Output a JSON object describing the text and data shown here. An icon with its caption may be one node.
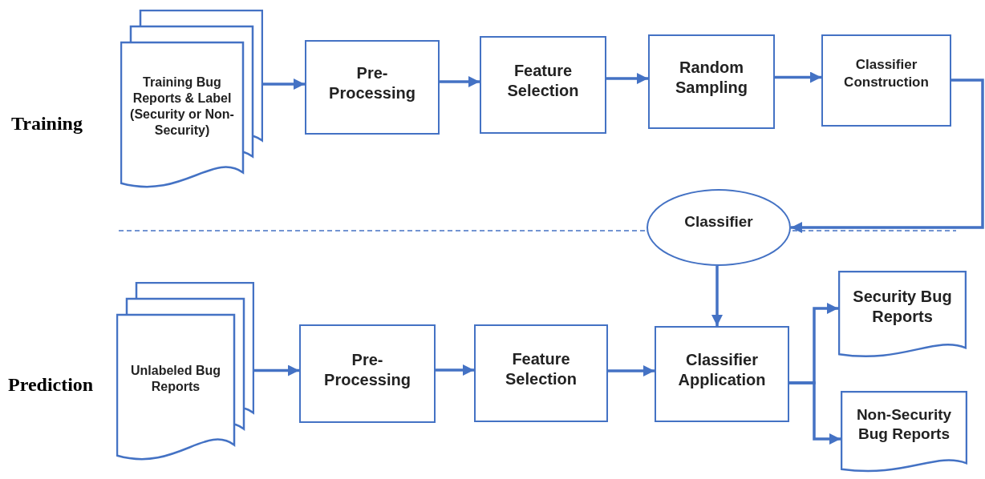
{
  "diagram": {
    "nodes": [
      {
        "text": [
          "Training Bug Reports & Label (Security or Non-Security)"
        ]
      },
      {
        "text": [
          "Pre-Processing"
        ]
      },
      {
        "text": [
          "Feature Selection"
        ]
      },
      {
        "text": [
          "Random Sampling"
        ]
      },
      {
        "text": [
          "Classifier Construction"
        ]
      },
      {
        "text": [
          "Classifier"
        ]
      },
      {
        "text": [
          "Unlabeled Bug Reports"
        ]
      },
      {
        "text": [
          "Pre-Processing"
        ]
      },
      {
        "text": [
          "Feature Selection"
        ]
      },
      {
        "text": [
          "Classifier Application"
        ]
      },
      {
        "text": [
          "Security Bug Reports"
        ]
      },
      {
        "text": [
          "Non-Security Bug Reports"
        ]
      }
    ],
    "edges": [
      {
        "from": 0,
        "to": 1,
        "arrow": "to"
      },
      {
        "from": 1,
        "to": 2,
        "arrow": "to"
      },
      {
        "from": 2,
        "to": 3,
        "arrow": "to"
      },
      {
        "from": 3,
        "to": 4,
        "arrow": "to"
      },
      {
        "from": 4,
        "to": 5,
        "arrow": "to"
      },
      {
        "from": 5,
        "to": 9,
        "arrow": "to"
      },
      {
        "from": 6,
        "to": 7,
        "arrow": "to"
      },
      {
        "from": 7,
        "to": 8,
        "arrow": "to"
      },
      {
        "from": 8,
        "to": 9,
        "arrow": "to"
      },
      {
        "from": 9,
        "to": 10,
        "arrow": "to"
      },
      {
        "from": 9,
        "to": 11,
        "arrow": "to"
      }
    ],
    "labels": [
      "Training",
      "Prediction"
    ]
  }
}
